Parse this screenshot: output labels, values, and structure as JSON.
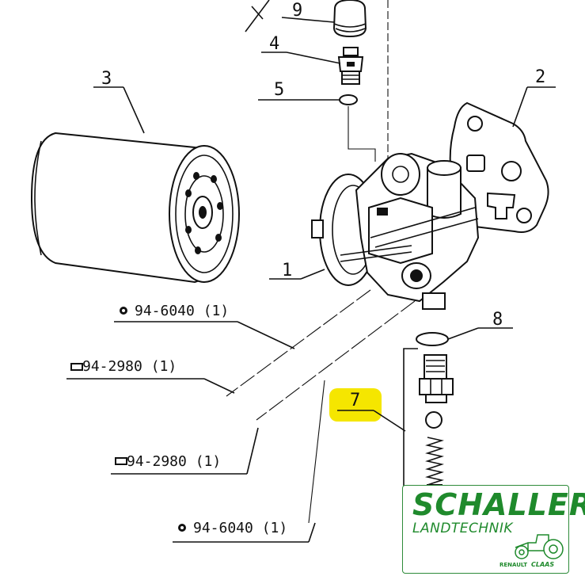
{
  "callouts": {
    "c1": "1",
    "c2": "2",
    "c3": "3",
    "c4": "4",
    "c5": "5",
    "c7": "7",
    "c8": "8",
    "c9": "9"
  },
  "references": {
    "r1": "94-6040 (1)",
    "r2": "94-2980 (1)",
    "r3": "94-2980 (1)",
    "r4": "94-6040 (1)"
  },
  "highlight_color": "#f5e600",
  "logo": {
    "brand": "SCHALLER",
    "subtitle": "LANDTECHNIK",
    "partner_a": "RENAULT",
    "partner_b": "CLAAS",
    "color": "#1f8a2c"
  }
}
